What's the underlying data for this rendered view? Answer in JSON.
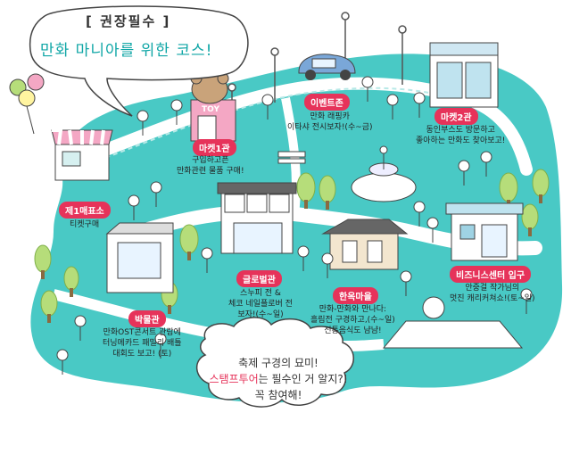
{
  "bubble": {
    "title": "[ 권장필수 ]",
    "subtitle": "만화 마니아를 위한 코스!"
  },
  "signs": {
    "toy": "TOY"
  },
  "places": [
    {
      "tag": "제1매표소",
      "desc": [
        "티켓구매"
      ]
    },
    {
      "tag": "마켓1관",
      "desc": [
        "구입하고픈",
        "만화관련 물품 구매!"
      ]
    },
    {
      "tag": "이벤트존",
      "desc": [
        "만화 래핑카",
        "이타샤 전시보자!(수~금)"
      ]
    },
    {
      "tag": "마켓2관",
      "desc": [
        "동인부스도 방문하고",
        "좋아하는 만화도 찾아보고!"
      ]
    },
    {
      "tag": "글로벌관",
      "desc": [
        "스누피 전 &",
        "체코 네일플로버 전",
        "보자!(수~일)"
      ]
    },
    {
      "tag": "한옥마을",
      "desc": [
        "만화-만화와 만나다:",
        "흘림전 구경하고,(수~일)",
        "전통음식도 냠냠!"
      ]
    },
    {
      "tag": "비즈니스센터 입구",
      "desc": [
        "안중걸 작가님의",
        "멋진 캐리커쳐쇼!(토~일)"
      ]
    },
    {
      "tag": "박물관",
      "desc": [
        "만화OST콘서트 관람에",
        "터닝메카드 패밀리 배틀",
        "대회도 보고! (토)"
      ]
    }
  ],
  "note": {
    "line1": "축제 구경의 묘미!",
    "line2_highlight": "스탬프투어",
    "line2_rest": "는 필수인 거 알지?!",
    "line3": "꼭 참여해!"
  },
  "colors": {
    "ground": "#49c9c5",
    "path": "#ffffff",
    "tag": "#e6335a",
    "accent_text": "#0fa6a6"
  }
}
